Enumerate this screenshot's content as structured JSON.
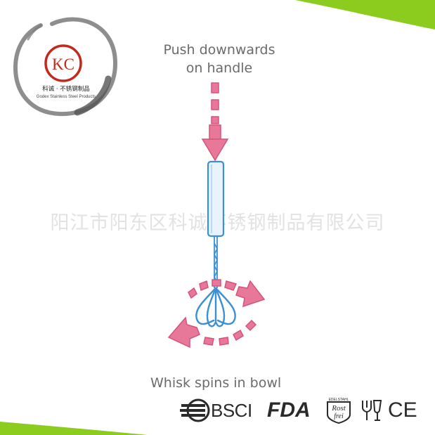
{
  "logo": {
    "initials": "KC",
    "name_cn": "科诚 · 不锈钢制品",
    "name_en": "Godex Stainless Steel Products"
  },
  "captions": {
    "push_line1": "Push downwards",
    "push_line2": "on handle",
    "spin": "Whisk spins in bowl"
  },
  "watermark": "阳江市阳东区科诚不锈钢制品有限公司",
  "certifications": {
    "bsci": "BSCI",
    "fda": "FDA",
    "rost_top": "EDELSTAHL",
    "rost_mid": "Rost",
    "rost_bot": "frei",
    "ce": "CE"
  },
  "colors": {
    "accent_pink": "#d6537a",
    "whisk_blue": "#3a8fd6",
    "swoosh_green": "#8ccc1e"
  }
}
